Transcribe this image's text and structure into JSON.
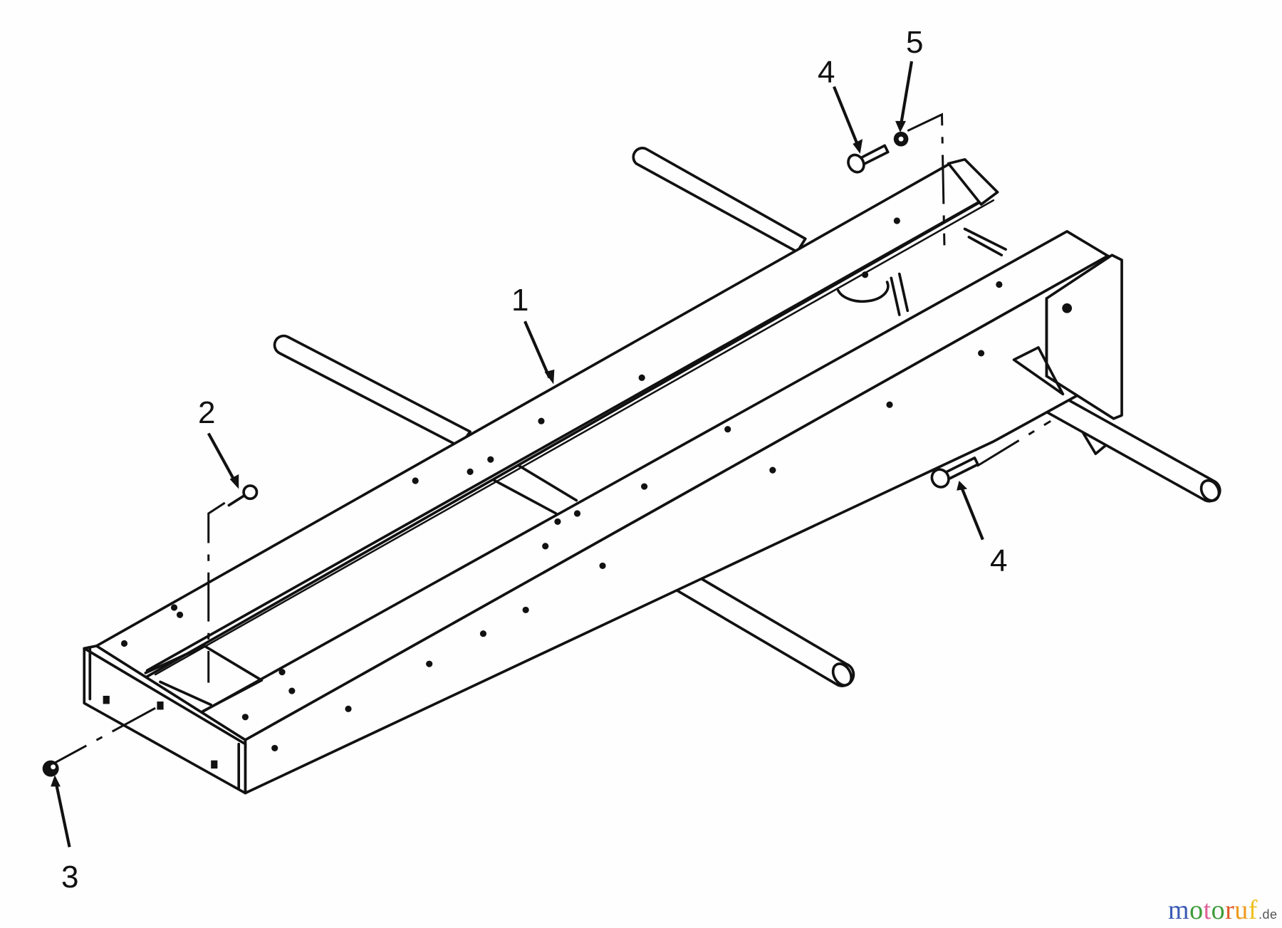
{
  "diagram": {
    "type": "exploded parts diagram",
    "subject": "frame assembly with cross tubes",
    "callouts": [
      {
        "id": "1",
        "label": "1",
        "part": "frame"
      },
      {
        "id": "2",
        "label": "2",
        "part": "bolt (front, top)"
      },
      {
        "id": "3",
        "label": "3",
        "part": "nut (front)"
      },
      {
        "id": "4a",
        "label": "4",
        "part": "bolt (rear, top)"
      },
      {
        "id": "5",
        "label": "5",
        "part": "nut/washer (rear)"
      },
      {
        "id": "4b",
        "label": "4",
        "part": "bolt (rear, side)"
      }
    ]
  },
  "watermark": {
    "letters": [
      {
        "ch": "m",
        "color": "#3b5bb5"
      },
      {
        "ch": "o",
        "color": "#3e9a3a"
      },
      {
        "ch": "t",
        "color": "#e0609a"
      },
      {
        "ch": "o",
        "color": "#3e9a3a"
      },
      {
        "ch": "r",
        "color": "#e05a2a"
      },
      {
        "ch": "u",
        "color": "#f09a20"
      },
      {
        "ch": "f",
        "color": "#f0c020"
      }
    ],
    "suffix": ".de"
  },
  "colors": {
    "background": "#fdfefd",
    "line": "#111111"
  }
}
